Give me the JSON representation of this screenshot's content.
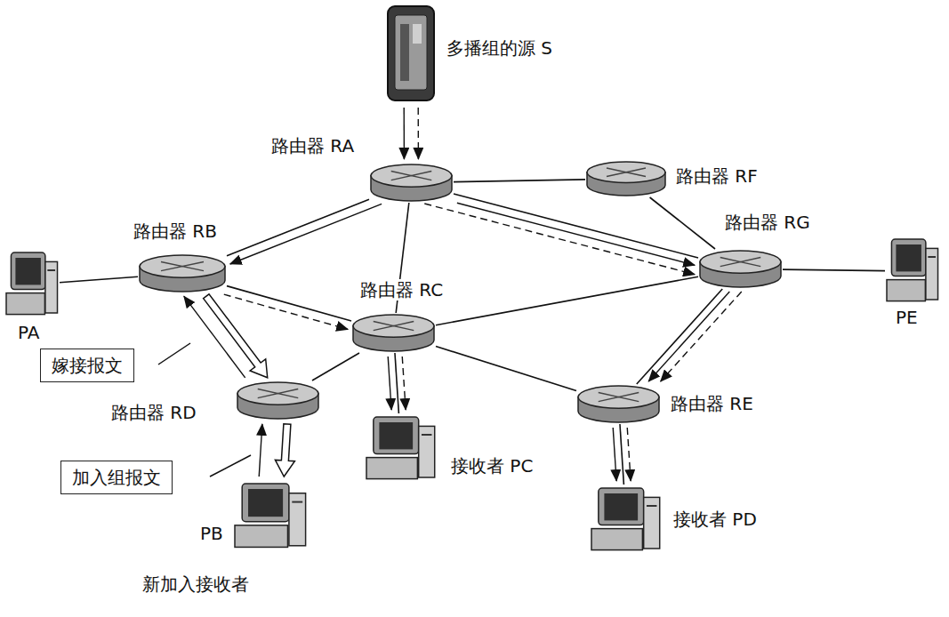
{
  "diagram": {
    "nodes": [
      {
        "text": [
          "多播组的源 S"
        ]
      },
      {
        "text": [
          "路由器 RA"
        ]
      },
      {
        "text": [
          "路由器 RF"
        ]
      },
      {
        "text": [
          "路由器 RB"
        ]
      },
      {
        "text": [
          "路由器 RG"
        ]
      },
      {
        "text": [
          "PA"
        ]
      },
      {
        "text": [
          "路由器 RC"
        ]
      },
      {
        "text": [
          "PE"
        ]
      },
      {
        "text": [
          "嫁接报文"
        ]
      },
      {
        "text": [
          "路由器 RD"
        ]
      },
      {
        "text": [
          "路由器 RE"
        ]
      },
      {
        "text": [
          "加入组报文"
        ]
      },
      {
        "text": [
          "接收者 PC"
        ]
      },
      {
        "text": [
          "接收者 PD"
        ]
      },
      {
        "text": [
          "PB",
          "新加入接收者"
        ]
      }
    ],
    "edges": [
      {
        "from": 1,
        "to": 3,
        "arrow": "none"
      },
      {
        "from": 1,
        "to": 2,
        "arrow": "none"
      },
      {
        "from": 1,
        "to": 6,
        "arrow": "none"
      },
      {
        "from": 1,
        "to": 4,
        "arrow": "none"
      },
      {
        "from": 2,
        "to": 4,
        "arrow": "none"
      },
      {
        "from": 3,
        "to": 5,
        "arrow": "none"
      },
      {
        "from": 3,
        "to": 6,
        "arrow": "none"
      },
      {
        "from": 6,
        "to": 4,
        "arrow": "none"
      },
      {
        "from": 6,
        "to": 9,
        "arrow": "none"
      },
      {
        "from": 6,
        "to": 10,
        "arrow": "none"
      },
      {
        "from": 6,
        "to": 12,
        "arrow": "none"
      },
      {
        "from": 4,
        "to": 7,
        "arrow": "none"
      },
      {
        "from": 4,
        "to": 10,
        "arrow": "none"
      },
      {
        "from": 10,
        "to": 13,
        "arrow": "none"
      },
      {
        "from": 0,
        "to": 1,
        "arrow": "to"
      },
      {
        "from": 0,
        "to": 1,
        "arrow": "to"
      },
      {
        "from": 1,
        "to": 3,
        "arrow": "to"
      },
      {
        "from": 3,
        "to": 6,
        "arrow": "to"
      },
      {
        "from": 1,
        "to": 4,
        "arrow": "to"
      },
      {
        "from": 1,
        "to": 4,
        "arrow": "to"
      },
      {
        "from": 4,
        "to": 10,
        "arrow": "to"
      },
      {
        "from": 4,
        "to": 10,
        "arrow": "to"
      },
      {
        "from": 6,
        "to": 12,
        "arrow": "to"
      },
      {
        "from": 6,
        "to": 12,
        "arrow": "to"
      },
      {
        "from": 10,
        "to": 13,
        "arrow": "to"
      },
      {
        "from": 10,
        "to": 13,
        "arrow": "to"
      },
      {
        "from": 3,
        "to": 9,
        "arrow": "to"
      },
      {
        "from": 9,
        "to": 3,
        "arrow": "to"
      },
      {
        "from": 9,
        "to": 14,
        "arrow": "to"
      },
      {
        "from": 14,
        "to": 9,
        "arrow": "to"
      }
    ]
  }
}
